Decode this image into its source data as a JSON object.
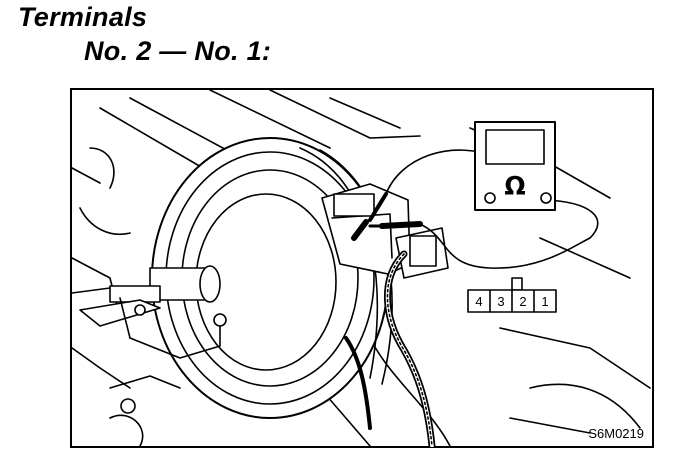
{
  "heading": {
    "line1": "Terminals",
    "line2": "No. 2 — No. 1:"
  },
  "figure": {
    "code": "S6M0219",
    "connector_pins": [
      "4",
      "3",
      "2",
      "1"
    ],
    "meter_symbol": "Ω"
  }
}
